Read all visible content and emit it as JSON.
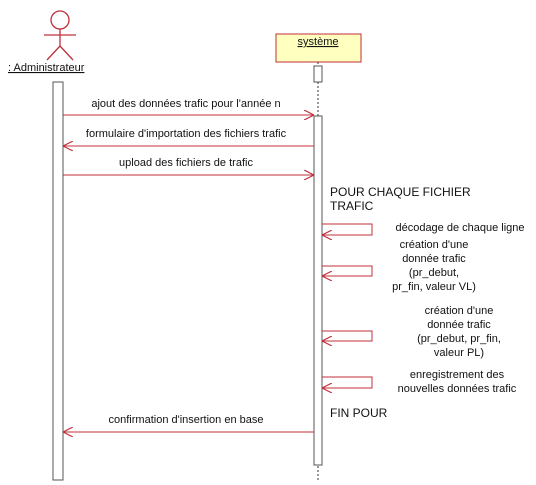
{
  "colors": {
    "line": "#c0303a",
    "actor": "#c0303a",
    "box_fill": "#ffffc0",
    "box_stroke": "#c0303a",
    "activation_fill": "#ffffff",
    "activation_stroke": "#555555",
    "lifeline": "#333333"
  },
  "participants": {
    "actor": ": Administrateur",
    "system": "système"
  },
  "messages": {
    "m1": "ajout des données trafic pour l'année n",
    "m2": "formulaire d'importation des fichiers trafic",
    "m3": "upload des fichiers de trafic",
    "m4": "confirmation d'insertion en base"
  },
  "loop": {
    "start_line1": "POUR CHAQUE FICHIER",
    "start_line2": "TRAFIC",
    "end": "FIN POUR"
  },
  "self_messages": {
    "s1": [
      "décodage de chaque ligne"
    ],
    "s2": [
      "création d'une",
      "donnée trafic",
      "(pr_debut,",
      "pr_fin, valeur VL)"
    ],
    "s3": [
      "création d'une",
      "donnée trafic",
      "(pr_debut, pr_fin,",
      "valeur PL)"
    ],
    "s4": [
      "enregistrement des",
      "nouvelles données trafic"
    ]
  }
}
